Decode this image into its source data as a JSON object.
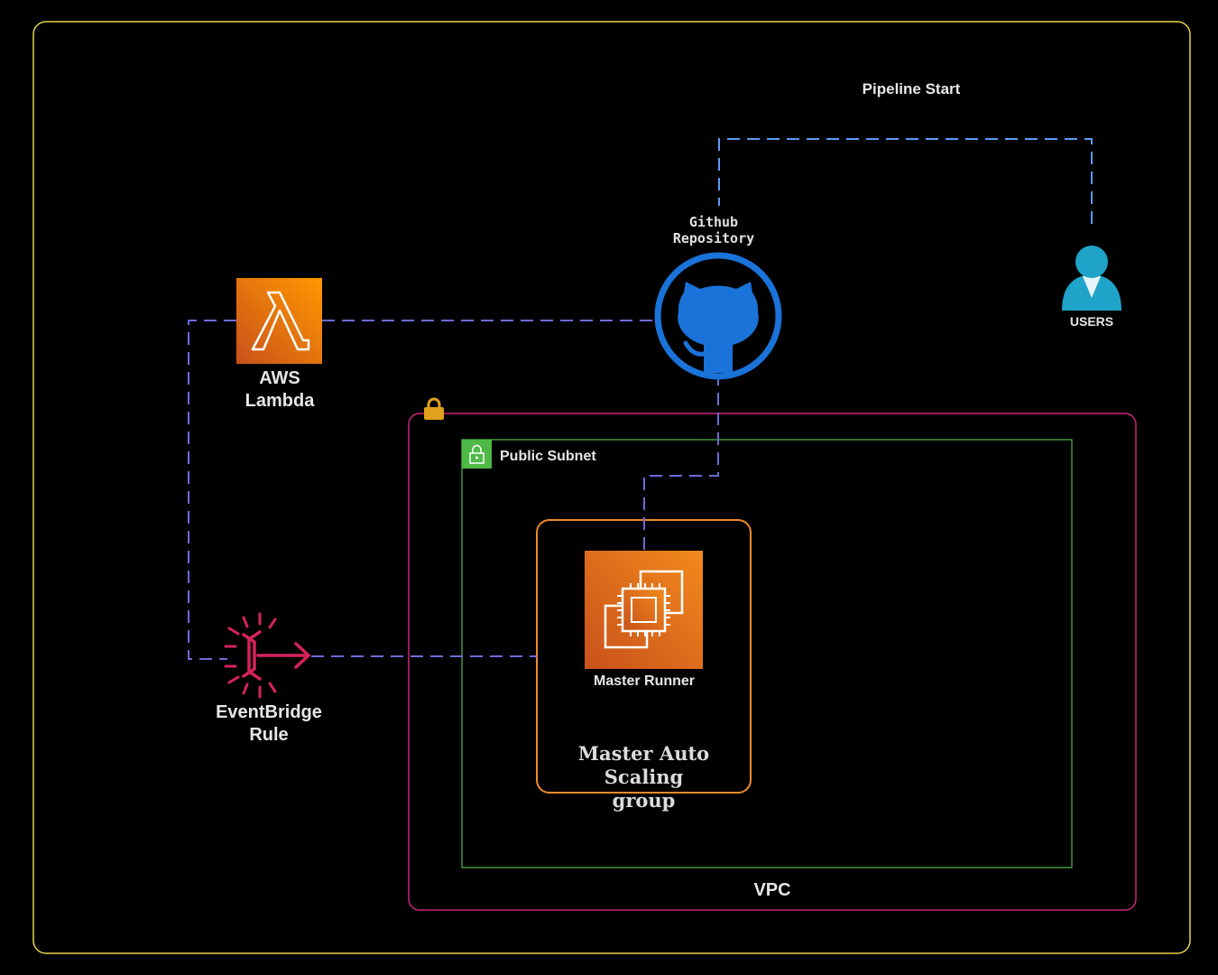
{
  "labels": {
    "pipeline_start": "Pipeline Start",
    "github": "Github\nRepository",
    "users": "USERS",
    "lambda": "AWS\nLambda",
    "public_subnet": "Public Subnet",
    "master_runner": "Master Runner",
    "asg": "Master Auto Scaling\ngroup",
    "eventbridge": "EventBridge\nRule",
    "vpc": "VPC"
  },
  "colors": {
    "frame": "#e8d44d",
    "vpc": "#c7267a",
    "subnet": "#4fb947",
    "asg": "#ed8b2a",
    "connector": "#6b6bd9",
    "pipeline": "#5b9bf5",
    "github": "#1a73d9",
    "users": "#1fa3c9",
    "lambda": "#ed7b12",
    "ec2": "#e8701a",
    "eventbridge": "#d6245a",
    "lock": "#e0a21e"
  },
  "icons": [
    "github-icon",
    "user-icon",
    "lambda-icon",
    "ec2-icon",
    "eventbridge-icon",
    "lock-icon",
    "subnet-lock-icon"
  ]
}
